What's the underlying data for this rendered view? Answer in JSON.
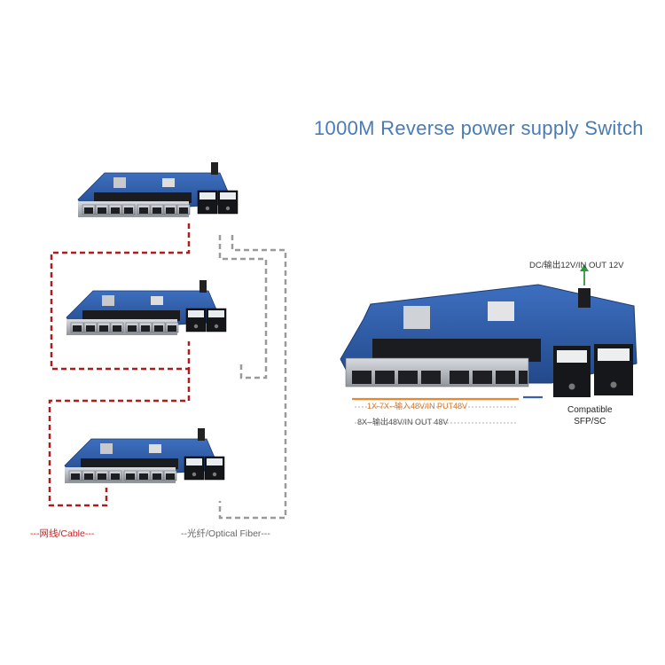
{
  "title": "1000M Reverse power supply Switch",
  "labels": {
    "dc_power": "DC/输出12V/IN OUT 12V",
    "input_48v": "1X-7X--输入48V/IN PUT48V",
    "output_48v": "8X--输出48V/IN OUT 48V",
    "compatible_line1": "Compatible",
    "compatible_line2": "SFP/SC",
    "cable": "---网线/Cable---",
    "fiber": "--光纤/Optical Fiber---"
  },
  "colors": {
    "title": "#4a7bb5",
    "cable_line": "#b01c1c",
    "fiber_line": "#9a9a9a",
    "pcb_blue": "#2f5ea8",
    "port_silver": "#b8bcc2",
    "input_line": "#e8872f",
    "output_line": "#3a5fb0",
    "arrow": "#2a9a3a"
  },
  "icons": [
    "network-switch-board",
    "rj45-port",
    "sc-fiber-module",
    "power-jack",
    "up-arrow-icon"
  ]
}
